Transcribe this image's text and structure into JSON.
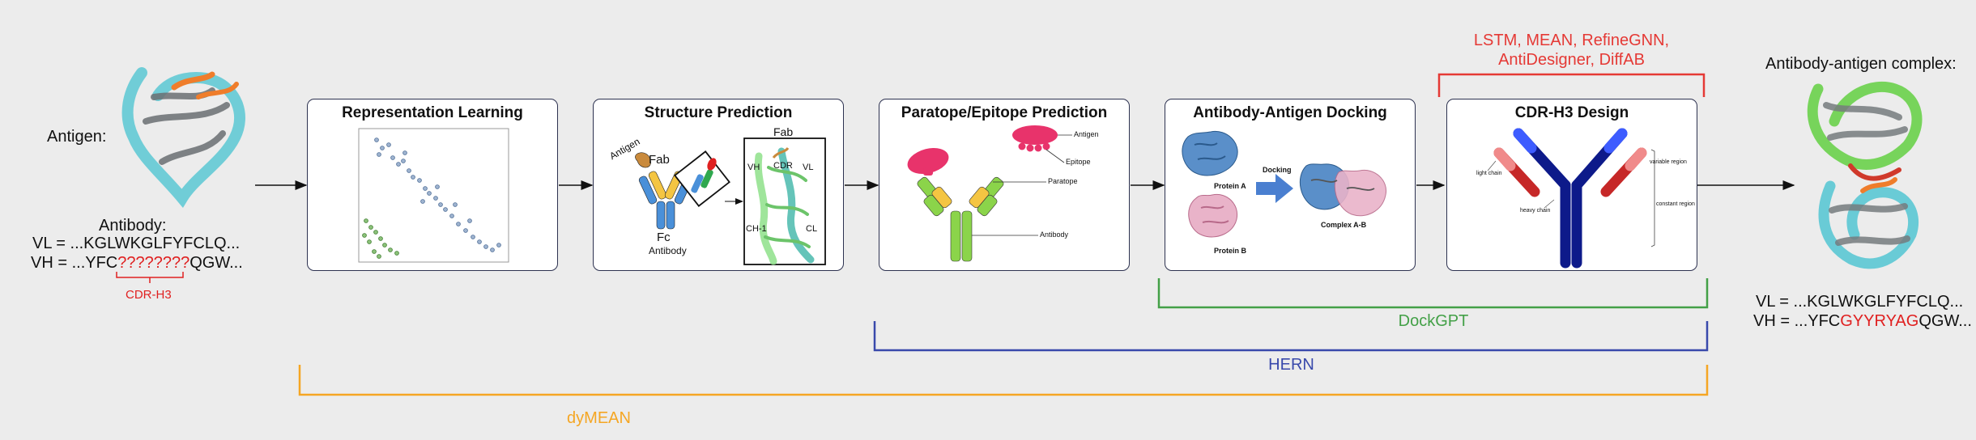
{
  "input": {
    "antigen_label": "Antigen:",
    "antibody_label": "Antibody:",
    "vl_seq": "VL = ...KGLWKGLFYFCLQ...",
    "vh_prefix": "VH = ...YFC",
    "vh_masked": "????????",
    "vh_suffix": "QGW...",
    "cdr_label": "CDR-H3"
  },
  "stages": [
    {
      "title": "Representation Learning"
    },
    {
      "title": "Structure Prediction"
    },
    {
      "title": "Paratope/Epitope Prediction"
    },
    {
      "title": "Antibody-Antigen Docking"
    },
    {
      "title": "CDR-H3 Design"
    }
  ],
  "stage_art": {
    "structure": {
      "fab_top": "Fab",
      "fab_mid": "Fab",
      "fc": "Fc",
      "antibody": "Antibody",
      "antigen": "Antigen",
      "vh": "VH",
      "cdr": "CDR",
      "vl": "VL",
      "ch1": "CH-1",
      "cl": "CL"
    },
    "paratope": {
      "antigen": "Antigen",
      "epitope": "Epitope",
      "paratope": "Paratope",
      "antibody": "Antibody"
    },
    "docking": {
      "protein_a": "Protein A",
      "protein_b": "Protein B",
      "docking": "Docking",
      "complex": "Complex A-B"
    },
    "design": {
      "light_chain": "light chain",
      "heavy_chain": "heavy chain",
      "variable_region": "variable region",
      "constant_region": "constant region"
    }
  },
  "methods": {
    "cdr_design": [
      "LSTM, MEAN, RefineGNN,",
      "AntiDesigner, DiffAB"
    ],
    "docking": "DockGPT",
    "paratope_to_design": "HERN",
    "full": "dyMEAN"
  },
  "output": {
    "complex_label": "Antibody-antigen complex:",
    "vl_seq": "VL = ...KGLWKGLFYFCLQ...",
    "vh_prefix": "VH = ...YFC",
    "vh_designed": "GYYRYAG",
    "vh_suffix": "QGW..."
  },
  "colors": {
    "cdr_design": "#e53935",
    "dockgpt": "#43a047",
    "hern": "#3949ab",
    "dymean": "#f5a623",
    "cdr_red": "#e02020"
  }
}
